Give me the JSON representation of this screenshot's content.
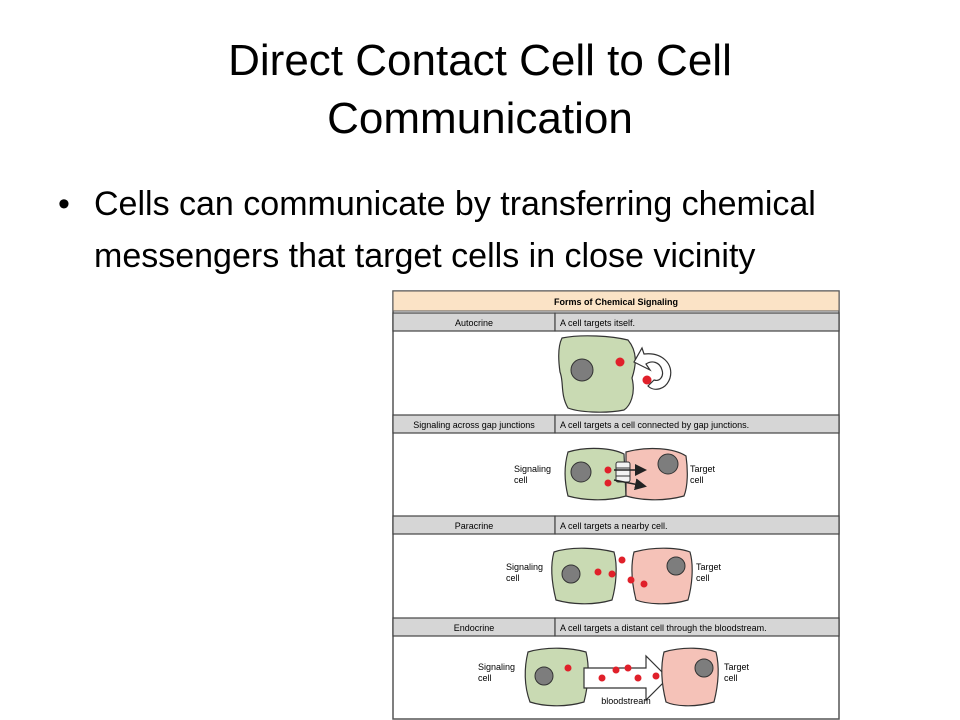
{
  "slide": {
    "title_line1": "Direct Contact Cell to Cell",
    "title_line2": "Communication",
    "bullet": "Cells can communicate by transferring chemical messengers that target cells in close vicinity"
  },
  "figure": {
    "title": "Forms of Chemical Signaling",
    "panels": [
      {
        "name": "Autocrine",
        "description": "A cell targets itself."
      },
      {
        "name": "Signaling across gap junctions",
        "description": "A cell targets a cell connected by gap junctions.",
        "left_label_1": "Signaling",
        "left_label_2": "cell",
        "right_label_1": "Target",
        "right_label_2": "cell"
      },
      {
        "name": "Paracrine",
        "description": "A cell targets a nearby cell.",
        "left_label_1": "Signaling",
        "left_label_2": "cell",
        "right_label_1": "Target",
        "right_label_2": "cell"
      },
      {
        "name": "Endocrine",
        "description": "A cell targets a distant cell through the bloodstream.",
        "left_label_1": "Signaling",
        "left_label_2": "cell",
        "right_label_1": "Target",
        "right_label_2": "cell",
        "arrow_label": "bloodstream"
      }
    ],
    "colors": {
      "header_bg": "#fbe3c6",
      "row_bg": "#d6d6d6",
      "signaling_cell": "#c9dab3",
      "target_cell": "#f5c2b8",
      "nucleus": "#7d7d7d",
      "molecule": "#e0202a"
    }
  }
}
